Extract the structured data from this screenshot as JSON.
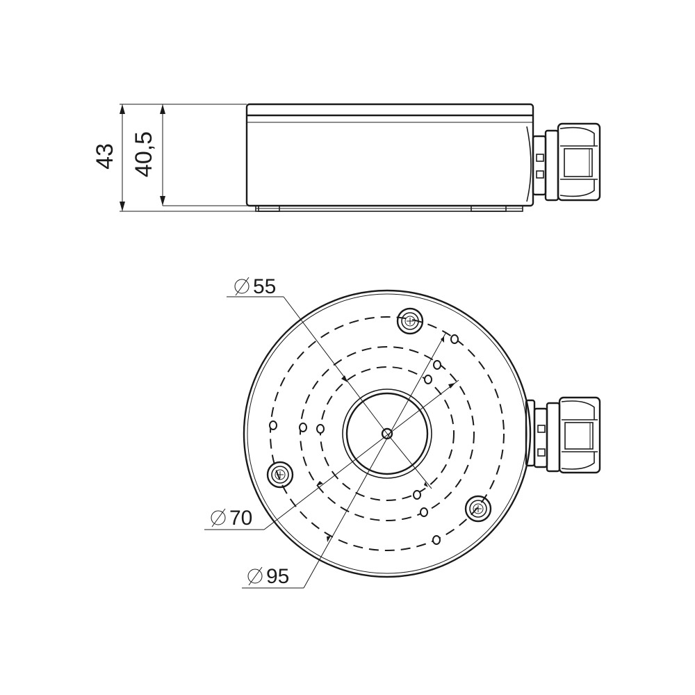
{
  "side_view": {
    "total_height_label": "43",
    "body_height_label": "40,5"
  },
  "top_view": {
    "diameter_inner_label": "55",
    "diameter_middle_label": "70",
    "diameter_outer_label": "95",
    "diameter_symbol": "⌀"
  }
}
